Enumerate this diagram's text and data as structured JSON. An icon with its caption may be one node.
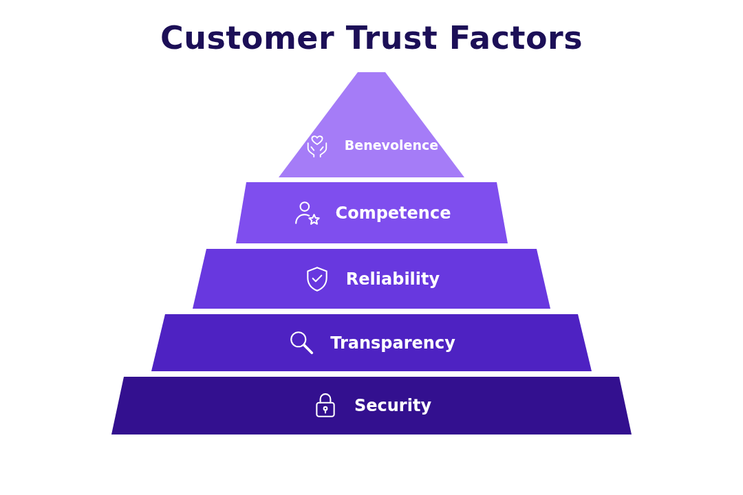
{
  "diagram": {
    "title": "Customer Trust Factors",
    "nodes": [
      {
        "text": [
          "Benevolence"
        ]
      },
      {
        "text": [
          "Competence"
        ]
      },
      {
        "text": [
          "Reliability"
        ]
      },
      {
        "text": [
          "Transparency"
        ]
      },
      {
        "text": [
          "Security"
        ]
      }
    ]
  }
}
